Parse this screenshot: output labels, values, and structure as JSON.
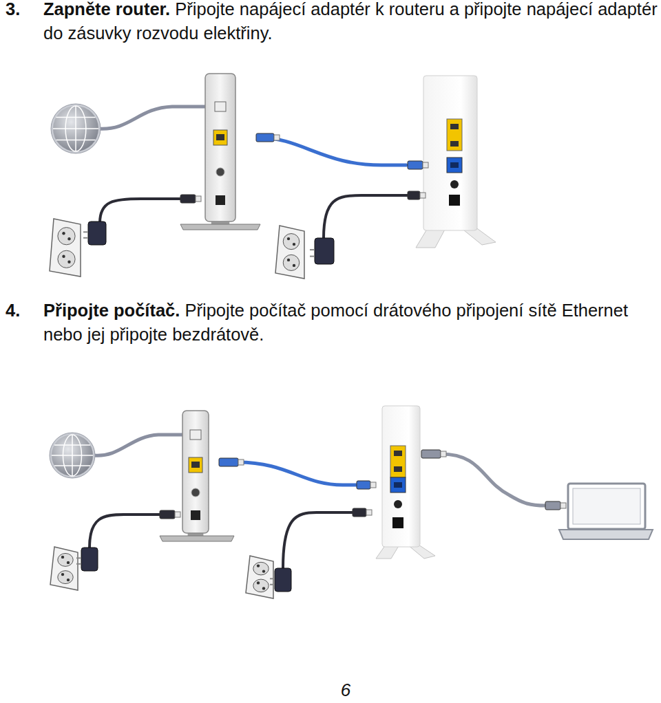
{
  "diagram": {
    "labels": [
      "3.",
      "Zapněte router.",
      "Připojte napájecí adaptér k routeru a připojte napájecí adaptér do zásuvky rozvodu elektřiny.",
      "4.",
      "Připojte počítač.",
      "Připojte počítač pomocí drátového připojení sítě Ethernet nebo jej připojte bezdrátově.",
      "6"
    ]
  }
}
